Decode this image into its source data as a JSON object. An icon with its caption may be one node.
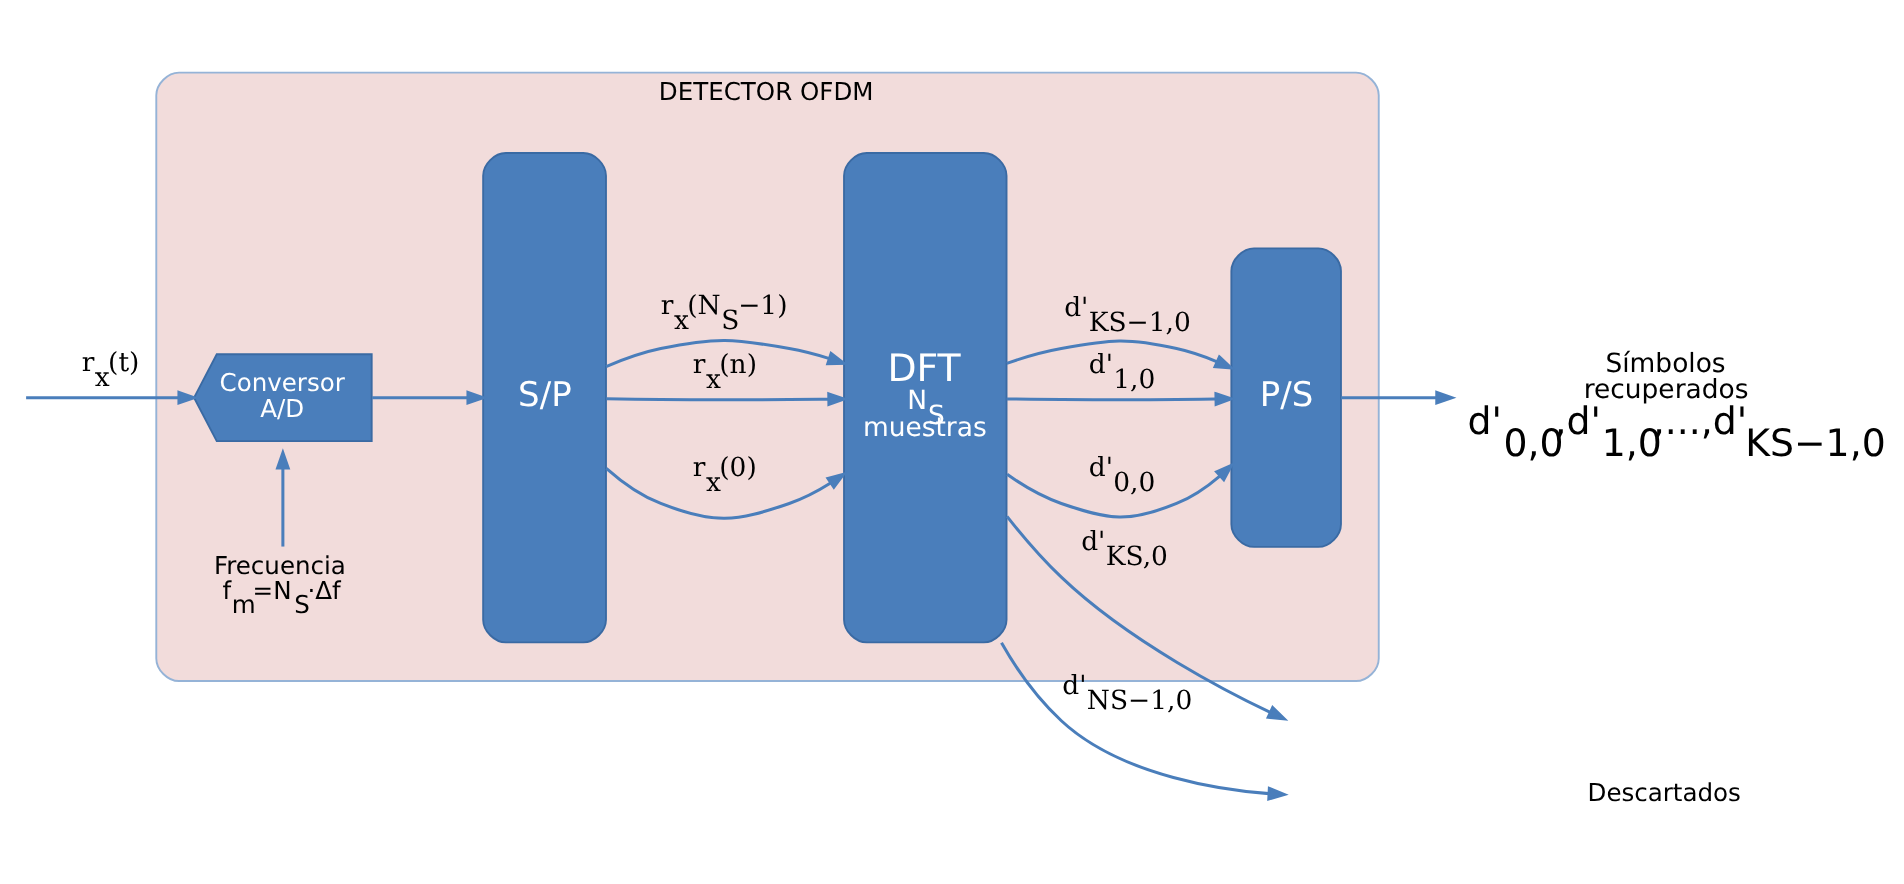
{
  "diagram": {
    "nodes": [
      {
        "text": [
          "DETECTOR OFDM"
        ]
      },
      {
        "text": [
          "Conversor A/D"
        ],
        "in": 0
      },
      {
        "text": [
          "S/P"
        ],
        "in": 0
      },
      {
        "text": [
          "DFT",
          "N$_{S}$ muestras"
        ],
        "in": 0
      },
      {
        "text": [
          "P/S"
        ],
        "in": 0
      },
      {
        "text": [
          "Frecuencia f$_{m}$=N$_{S}$·Δf"
        ],
        "in": 0
      },
      {
        "text": [
          "Símbolos recuperados",
          "d'$_{0,0}$,d'$_{1,0}$,...,d'$_{KS−1,0}$"
        ]
      }
    ],
    "edges": [
      {
        "from": null,
        "to": 1,
        "arrow": "to",
        "label": "r$_{x}$(t)"
      },
      {
        "from": 5,
        "to": 1,
        "arrow": "to"
      },
      {
        "from": 1,
        "to": 2,
        "arrow": "to"
      },
      {
        "from": 2,
        "to": 3,
        "arrow": "to",
        "label": "r$_{x}$(0)"
      },
      {
        "from": 2,
        "to": 3,
        "arrow": "to",
        "label": "r$_{x}$(n)"
      },
      {
        "from": 2,
        "to": 3,
        "arrow": "to",
        "label": "r$_{x}$(N$_{S}$−1)"
      },
      {
        "from": 3,
        "to": 4,
        "arrow": "to",
        "label": "d'$_{0,0}$"
      },
      {
        "from": 3,
        "to": 4,
        "arrow": "to",
        "label": "d'$_{1,0}$"
      },
      {
        "from": 3,
        "to": 4,
        "arrow": "to",
        "label": "d'$_{KS−1,0}$"
      },
      {
        "from": 3,
        "to": null,
        "arrow": "to",
        "label": "d'$_{KS,0}$"
      },
      {
        "from": 3,
        "to": null,
        "arrow": "to",
        "label": "d'$_{NS−1,0}$"
      },
      {
        "from": 4,
        "to": 6,
        "arrow": "to"
      }
    ],
    "labels": [
      "Descartados"
    ]
  }
}
